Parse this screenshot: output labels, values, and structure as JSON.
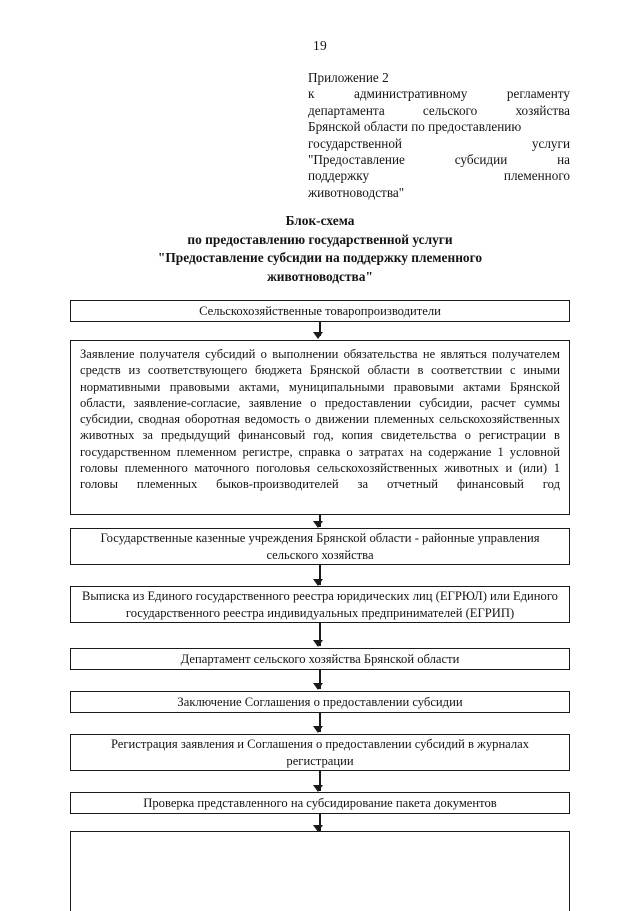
{
  "page": {
    "number": "19"
  },
  "addressee": {
    "lines": [
      "Приложение 2",
      "к административному регламенту",
      "департамента сельского хозяйства",
      "Брянской области по предоставлению",
      "государственной услуги",
      "\"Предоставление субсидии на",
      "поддержку племенного",
      "животноводства\""
    ]
  },
  "title": {
    "line1": "Блок-схема",
    "line2": "по предоставлению государственной услуги",
    "line3": "\"Предоставление субсидии на поддержку племенного",
    "line4": "животноводства\""
  },
  "flowchart": {
    "type": "flowchart",
    "orientation": "top-to-bottom",
    "connector": "arrow-down",
    "nodes": [
      {
        "id": "node-1",
        "text": "Сельскохозяйственные товаропроизводители",
        "style": "centered"
      },
      {
        "id": "node-2",
        "text": "Заявление получателя субсидий о выполнении обязательства не являться получателем средств из соответствующего бюджета Брянской области в соответствии с иными нормативными правовыми актами, муниципальными правовыми актами Брянской области, заявление-согласие, заявление о предоставлении субсидии, расчет суммы субсидии, сводная оборотная ведомость о движении племенных сельскохозяйственных животных за предыдущий финансовый год, копия свидетельства о регистрации в государственном племенном регистре, справка о затратах на содержание 1 условной головы племенного маточного поголовья сельскохозяйственных животных и (или) 1 головы племенных быков-производителей за отчетный финансовый год",
        "style": "justified"
      },
      {
        "id": "node-3",
        "text": "Государственные казенные учреждения Брянской области - районные управления сельского хозяйства",
        "style": "centered"
      },
      {
        "id": "node-4",
        "text": "Выписка из Единого государственного реестра юридических лиц (ЕГРЮЛ) или Единого государственного реестра индивидуальных предпринимателей (ЕГРИП)",
        "style": "centered"
      },
      {
        "id": "node-5",
        "text": "Департамент сельского хозяйства Брянской области",
        "style": "centered"
      },
      {
        "id": "node-6",
        "text": "Заключение Соглашения о предоставлении субсидии",
        "style": "centered"
      },
      {
        "id": "node-7",
        "text": "Регистрация заявления и Соглашения о предоставлении субсидий в журналах регистрации",
        "style": "centered"
      },
      {
        "id": "node-8",
        "text": "Проверка представленного на субсидирование пакета документов",
        "style": "centered"
      },
      {
        "id": "node-9",
        "text": "",
        "style": "clipped"
      }
    ]
  }
}
